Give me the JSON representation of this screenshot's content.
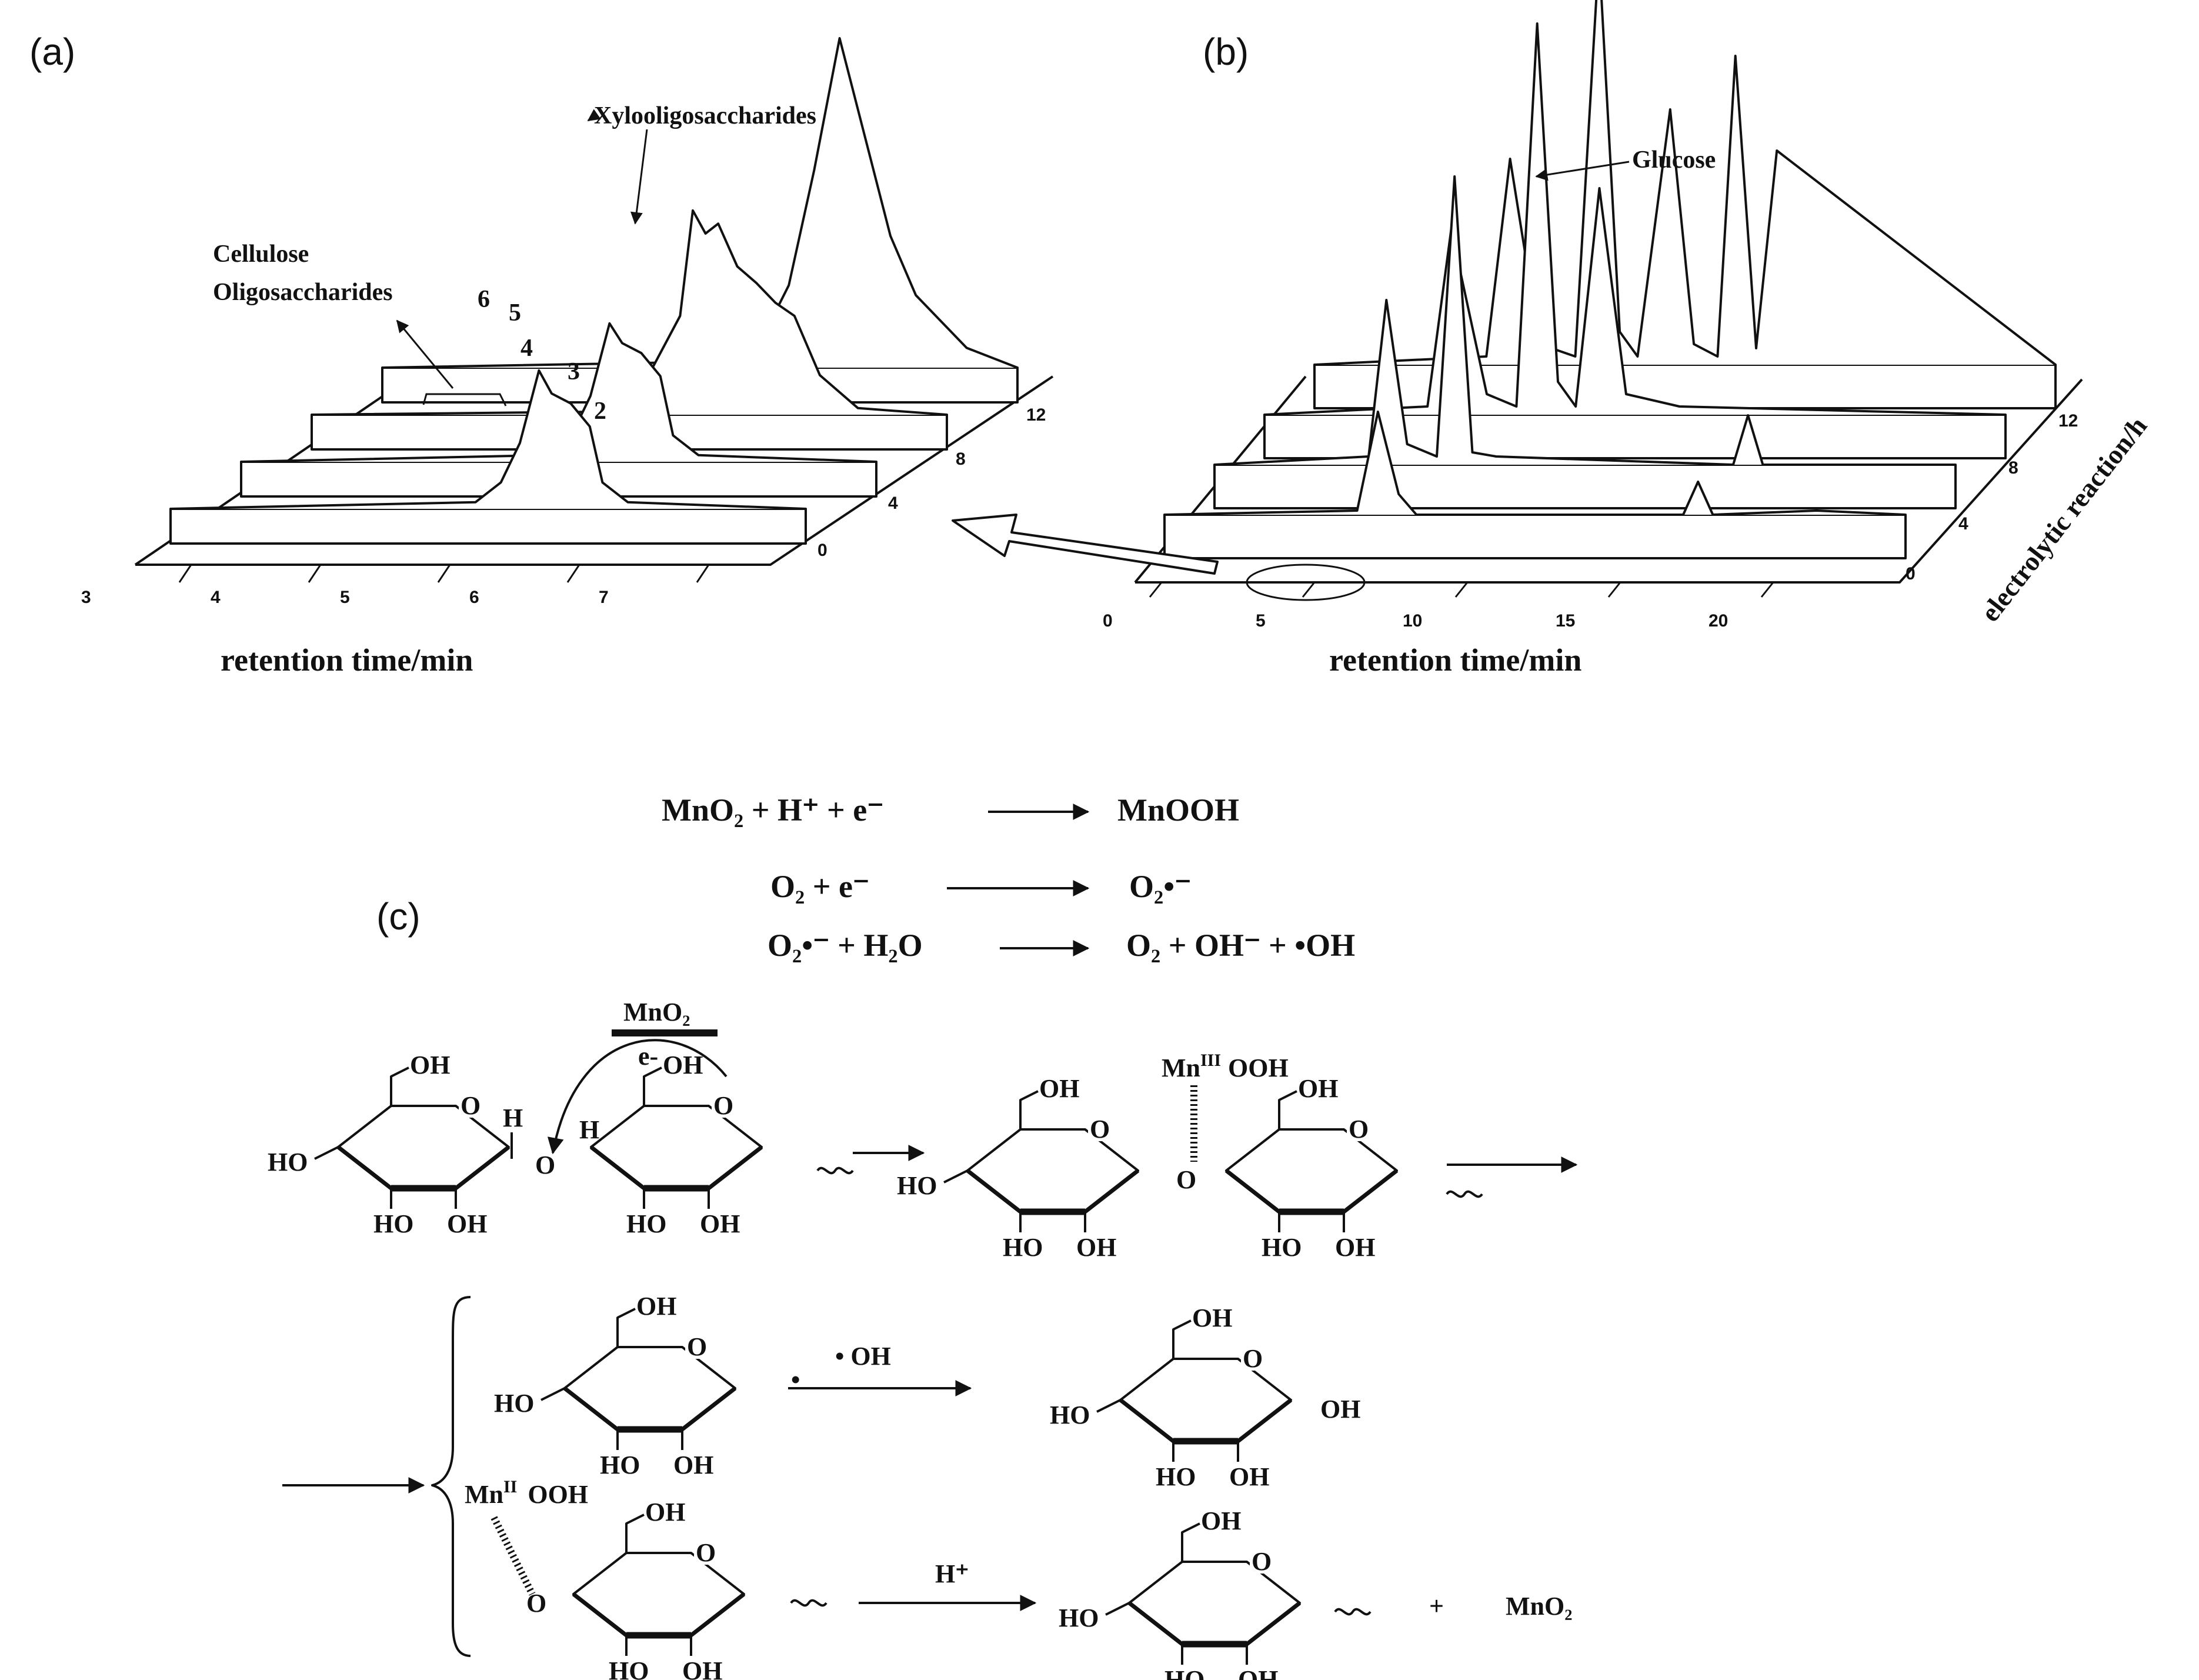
{
  "panels": {
    "a": {
      "label": "(a)",
      "xlabel": "retention time/min",
      "x_ticks": [
        "3",
        "4",
        "5",
        "6",
        "7"
      ],
      "depth_ticks": [
        "0",
        "4",
        "8",
        "12"
      ],
      "annotations": {
        "xylo": "Xylooligosaccharides",
        "cello_1": "Cellulose",
        "cello_2": "Oligosaccharides",
        "p6": "6",
        "p5": "5",
        "p4": "4",
        "p3": "3",
        "p2": "2"
      }
    },
    "b": {
      "label": "(b)",
      "xlabel": "retention time/min",
      "zlabel": "electrolytic reaction/h",
      "x_ticks": [
        "0",
        "5",
        "10",
        "15",
        "20"
      ],
      "depth_ticks": [
        "0",
        "4",
        "8",
        "12"
      ],
      "annotations": {
        "glucose": "Glucose"
      }
    },
    "c": {
      "label": "(c)",
      "eq1": {
        "left": "MnO₂ + H⁺ + e⁻",
        "right": "MnOOH"
      },
      "eq2": {
        "left": "O₂ + e⁻",
        "right": "O₂•⁻"
      },
      "eq3": {
        "left": "O₂•⁻ + H₂O",
        "right": "O₂ + OH⁻ + •OH"
      },
      "labels": {
        "oh": "OH",
        "ho": "HO",
        "o": "O",
        "h": "H",
        "mno2": "MnO₂",
        "eminus": "e-",
        "mn3": "Mn",
        "mn3_sup": "III",
        "ooh": "OOH",
        "mn2": "Mn",
        "mn2_sup": "II",
        "dot": "•",
        "radical_oh": "• OH",
        "hplus": "H⁺",
        "plus": "+",
        "mno2_product": "MnO₂"
      }
    }
  },
  "chart_data": [
    {
      "type": "line",
      "panel": "(a)",
      "xlabel": "retention time/min",
      "zlabel": "",
      "x_range": [
        3,
        8
      ],
      "x_ticks": [
        3,
        4,
        5,
        6,
        7
      ],
      "series_note_keys": "traces at electrolytic reaction time 0, 4, 8, 12 h",
      "series": [
        {
          "name": "0",
          "x": [
            3,
            5.4,
            5.6,
            5.75,
            5.9,
            6.0,
            6.15,
            6.3,
            6.4,
            6.6,
            8
          ],
          "y": [
            0,
            0.02,
            0.08,
            0.2,
            0.42,
            0.35,
            0.32,
            0.25,
            0.08,
            0.02,
            0
          ]
        },
        {
          "name": "4",
          "x": [
            3,
            5.4,
            5.6,
            5.75,
            5.9,
            6.0,
            6.15,
            6.3,
            6.4,
            6.6,
            8
          ],
          "y": [
            0,
            0.02,
            0.08,
            0.2,
            0.42,
            0.36,
            0.33,
            0.26,
            0.08,
            0.02,
            0
          ]
        },
        {
          "name": "8",
          "x": [
            3,
            5.5,
            5.9,
            6.0,
            6.1,
            6.2,
            6.35,
            6.5,
            6.65,
            6.8,
            7.0,
            7.3,
            8
          ],
          "y": [
            0,
            0.01,
            0.3,
            0.62,
            0.55,
            0.58,
            0.45,
            0.4,
            0.34,
            0.3,
            0.12,
            0.02,
            0
          ]
        },
        {
          "name": "12",
          "x": [
            3,
            5.9,
            6.2,
            6.4,
            6.6,
            6.8,
            7.0,
            7.2,
            7.6,
            8
          ],
          "y": [
            0,
            0.02,
            0.25,
            0.6,
            1.0,
            0.7,
            0.4,
            0.22,
            0.06,
            0
          ]
        }
      ]
    },
    {
      "type": "line",
      "panel": "(b)",
      "xlabel": "retention time/min",
      "zlabel": "electrolytic reaction/h",
      "x_range": [
        0,
        25
      ],
      "x_ticks": [
        0,
        5,
        10,
        15,
        20
      ],
      "series": [
        {
          "name": "0",
          "x": [
            0,
            6.5,
            7.2,
            7.9,
            8.5,
            17.5,
            18.0,
            18.5,
            22,
            25
          ],
          "y": [
            0,
            0.01,
            0.25,
            0.05,
            0,
            0,
            0.08,
            0,
            0.01,
            0
          ]
        },
        {
          "name": "4",
          "x": [
            0,
            5.2,
            5.8,
            6.5,
            7.5,
            8.1,
            8.7,
            9.5,
            17.5,
            18.0,
            18.5,
            25
          ],
          "y": [
            0,
            0.02,
            0.4,
            0.05,
            0.02,
            0.7,
            0.03,
            0.02,
            0,
            0.12,
            0,
            0
          ]
        },
        {
          "name": "8",
          "x": [
            0,
            5.5,
            6.3,
            7.5,
            8.5,
            9.2,
            9.9,
            10.5,
            11.3,
            12.2,
            14,
            25
          ],
          "y": [
            0,
            0.02,
            0.45,
            0.05,
            0.02,
            0.95,
            0.08,
            0.02,
            0.55,
            0.05,
            0.02,
            0
          ]
        },
        {
          "name": "12",
          "x": [
            0,
            5.8,
            6.6,
            7.6,
            8.8,
            9.6,
            10.3,
            10.9,
            12.0,
            12.8,
            13.6,
            14.2,
            14.9,
            15.6,
            25
          ],
          "y": [
            0,
            0.02,
            0.5,
            0.05,
            0.02,
            1.0,
            0.08,
            0.02,
            0.62,
            0.05,
            0.02,
            0.75,
            0.04,
            0.52,
            0
          ]
        }
      ]
    }
  ]
}
